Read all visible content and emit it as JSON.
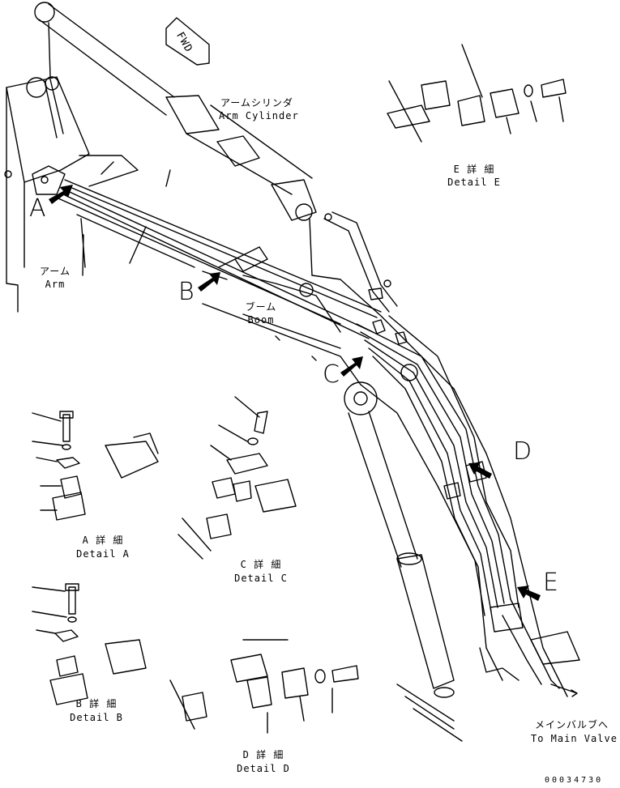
{
  "fwd_label": "FWD",
  "components": {
    "arm_cylinder": {
      "jp": "アームシリンダ",
      "en": "Arm Cylinder"
    },
    "arm": {
      "jp": "アーム",
      "en": "Arm"
    },
    "boom": {
      "jp": "ブーム",
      "en": "Boom"
    },
    "main_valve": {
      "jp": "メインバルブへ",
      "en": "To Main Valve"
    }
  },
  "detail_markers": [
    "A",
    "B",
    "C",
    "D",
    "E"
  ],
  "details": {
    "A": {
      "jp": "A 詳 細",
      "en": "Detail A"
    },
    "B": {
      "jp": "B 詳 細",
      "en": "Detail B"
    },
    "C": {
      "jp": "C 詳 細",
      "en": "Detail C"
    },
    "D": {
      "jp": "D 詳 細",
      "en": "Detail D"
    },
    "E": {
      "jp": "E 詳 細",
      "en": "Detail E"
    }
  },
  "part_number": "00034730"
}
